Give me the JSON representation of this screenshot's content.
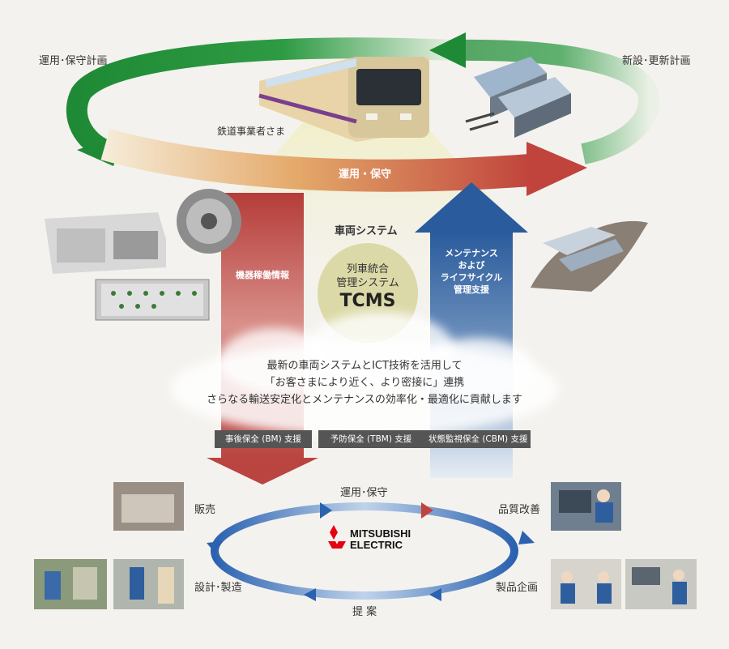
{
  "top_cycle": {
    "left_label": "運用･保守計画",
    "right_label": "新設･更新計画",
    "operator_label": "鉄道事業者さま",
    "ops_label": "運用・保守"
  },
  "vehicle_system_label": "車両システム",
  "left_arrow_text": "機器稼働情報",
  "right_arrow_text": [
    "メンテナンス",
    "および",
    "ライフサイクル",
    "管理支援"
  ],
  "tcms": {
    "line1": "列車統合",
    "line2": "管理システム",
    "name": "TCMS"
  },
  "cloud_lines": [
    "最新の車両システムとICT技術を活用して",
    "「お客さまにより近く、より密接に」連携",
    "さらなる輸送安定化とメンテナンスの効率化・最適化に貢献します"
  ],
  "badges": [
    "事後保全 (BM) 支援",
    "予防保全 (TBM) 支援",
    "状態監視保全 (CBM) 支援"
  ],
  "bottom_cycle": {
    "top": "運用･保守",
    "top_left": "販売",
    "top_right": "品質改善",
    "bottom_left": "設計･製造",
    "bottom_right": "製品企画",
    "bottom": "提 案"
  },
  "logo": {
    "line1": "MITSUBISHI",
    "line2": "ELECTRIC"
  },
  "colors": {
    "green_arrow": "#2a8f3a",
    "red_arrow": "#b8403a",
    "blue_arrow": "#2c5e9e",
    "tcms_circle": "#dcd9a8",
    "logo_red": "#e60012"
  }
}
